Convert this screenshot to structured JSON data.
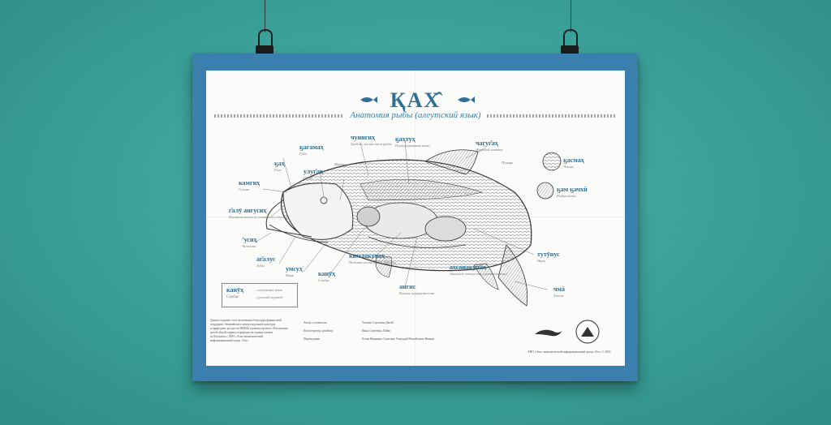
{
  "poster": {
    "title": "ҚАХ̂",
    "subtitle": "Анатомия рыбы (алеутский язык)"
  },
  "labels": [
    {
      "key": "chuningix",
      "aleut": "чунигиҳ",
      "ru": "Хребет, кости тела рыбы"
    },
    {
      "key": "qaxtux",
      "aleut": "ӄаҳтуҳ",
      "ru": "Почки (кровяная вена)"
    },
    {
      "key": "chaguga",
      "aleut": "чаӷуг̂аҳ",
      "ru": "Жировой плавник"
    },
    {
      "key": "qagamax",
      "aleut": "ӄагамаҳ",
      "ru": "Губа"
    },
    {
      "key": "qax",
      "aleut": "ӄаҳ",
      "ru": "Глаз"
    },
    {
      "key": "ulugax",
      "aleut": "улуг̂аҳ",
      "ru": "Щека"
    },
    {
      "key": "kamgix",
      "aleut": "камгиҳ",
      "ru": "Голова"
    },
    {
      "key": "galu",
      "aleut": "г̂алӯ ангусиҳ",
      "ru": "Костная часть (в основании у пасти)"
    },
    {
      "key": "usix",
      "aleut": "ʼусиҳ",
      "ru": "Челюсть"
    },
    {
      "key": "agalus",
      "aleut": "аг̂алус",
      "ru": "Зубы"
    },
    {
      "key": "umsux",
      "aleut": "умсуҳ",
      "ru": "Язык"
    },
    {
      "key": "kanux",
      "aleut": "канӯҳ",
      "ru": "Сердце"
    },
    {
      "key": "kimlakuchax",
      "aleut": "кимлакучаҳ",
      "ru": "Нижняя часть рыбы, брюшко"
    },
    {
      "key": "angis",
      "aleut": "ангис",
      "ru": "Кишки, внутренности"
    },
    {
      "key": "axsanakuchax",
      "aleut": "ахсанакучаҳ",
      "ru": "Анальное отверстие (кровяная вена)"
    },
    {
      "key": "tutunus",
      "aleut": "тутӯнус",
      "ru": "Икра"
    },
    {
      "key": "chma",
      "aleut": "чмā",
      "ru": "Хвост"
    },
    {
      "key": "qasmax",
      "aleut": "ӄасмаҳ",
      "ru": "Чешуя"
    },
    {
      "key": "qam",
      "aleut": "ӄам ӄачхӣ",
      "ru": "Рыбья кожа"
    }
  ],
  "small_labels": {
    "zhabry": "Жабры",
    "puzyr": "Пузырь"
  },
  "legend": {
    "word": "канӯҳ",
    "translation": "Сердце",
    "note1": "– алеутский язык",
    "note2": "– русский перевод"
  },
  "footer": {
    "col1": [
      "Данное издание стало возможным благодаря финансовой",
      "поддержке Эвенкийского центра коренной культуры",
      "и природных ресурсов (ФКПК) в рамках проекта «Реализация",
      "целей общей охраны и природы на охраны языков",
      "на Камчатке», АНО «Этно-экономический",
      "информационный центр «Тех»"
    ],
    "col2_roles": [
      "Автор составитель",
      "Иллюстратор, дизайнер",
      "Переводчики"
    ],
    "col3_names": [
      "Татьяна Сергеевна Дягай",
      "Инна Сергеевна Лойко",
      "Елена Ивановна Салогина, Геннадий Михайлович Ивакин"
    ],
    "copyright": "АНО «Этно-экономический информационный центр «Тех» © 2016"
  },
  "colors": {
    "background": "#3fa9a1",
    "frame": "#3a7fae",
    "accent": "#2f6f93"
  }
}
